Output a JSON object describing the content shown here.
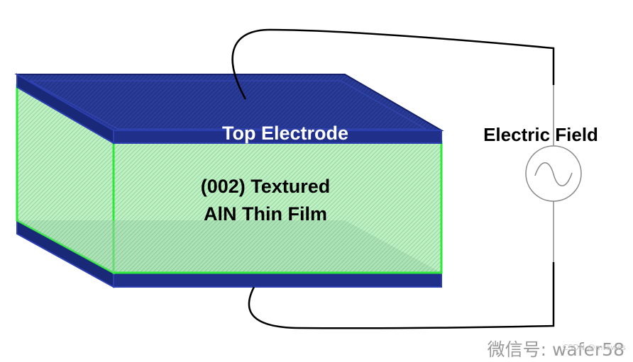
{
  "labels": {
    "top_electrode": "Top Electrode",
    "film_line1": "(002) Textured",
    "film_line2": "AlN Thin Film",
    "electric_field": "Electric Field"
  },
  "watermark": {
    "text": "微信号: wafer58",
    "overlay_text": "CSDN @mtawes"
  },
  "colors": {
    "electrode_fill": "#1f2f8a",
    "electrode_dark": "#15216a",
    "electrode_edge": "#2b3fb3",
    "film_fill": "#bff0c4",
    "film_shade": "#a6dcb0",
    "film_edge": "#2ee83a",
    "wire": "#000000",
    "source_stroke": "#888888",
    "label_on_dark": "#ffffff",
    "label_on_light": "#000000",
    "watermark": "#9a9a9a"
  }
}
